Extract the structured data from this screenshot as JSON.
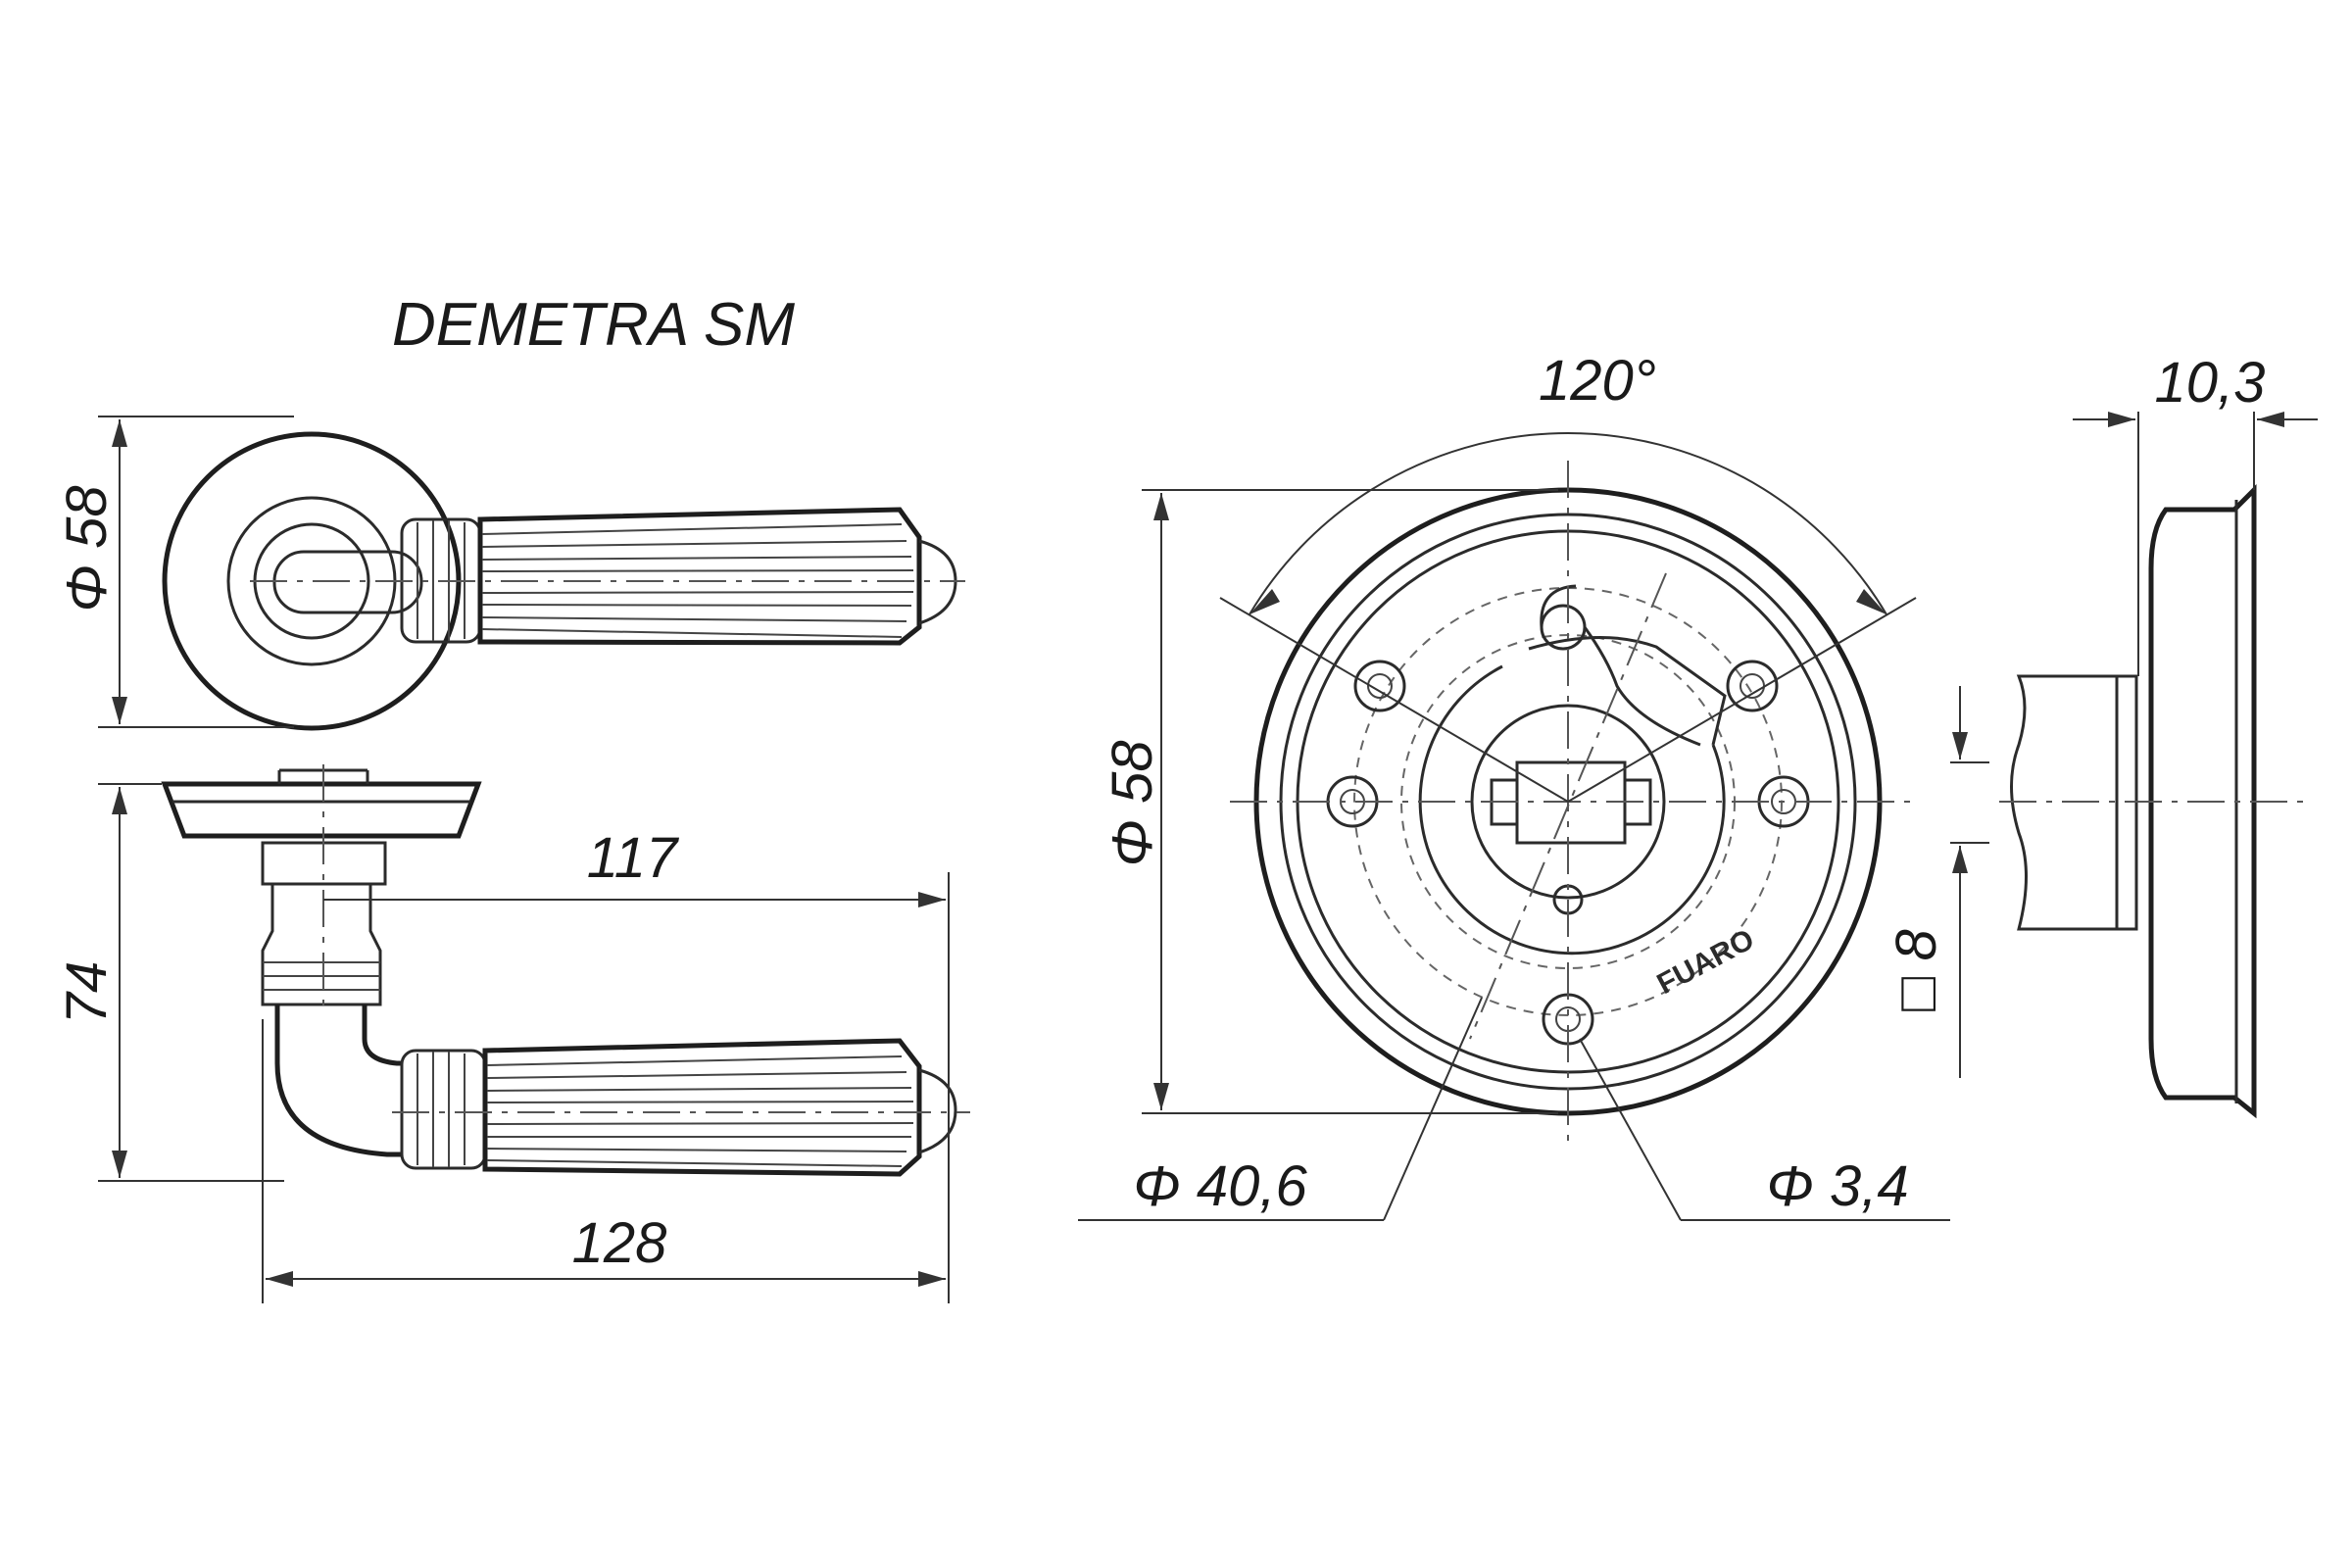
{
  "title": "DEMETRA SM",
  "dimensions": {
    "top_diameter": "Φ 58",
    "side_height": "74",
    "lever_length": "117",
    "overall_length": "128",
    "rosette_angle": "120°",
    "rosette_diameter": "Φ 58",
    "bolt_circle": "Φ 40,6",
    "hole_diameter": "Φ 3,4",
    "spindle_square": "□ 8",
    "depth": "10,3"
  },
  "brand_mark": "FUARO"
}
